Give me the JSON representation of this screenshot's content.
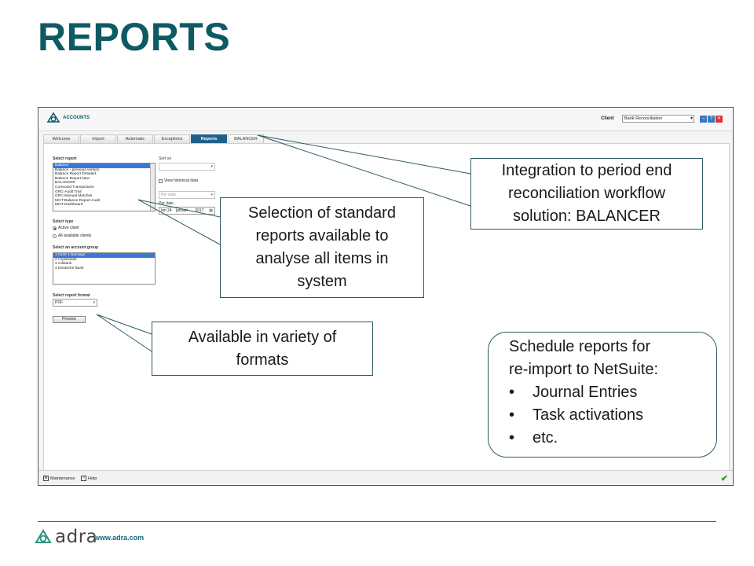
{
  "slide": {
    "title": "REPORTS"
  },
  "app": {
    "logo_text": "ACCOUNTS",
    "client_label": "Client",
    "client_value": "Bank Reconciliation",
    "tabs": [
      "Welcome",
      "Import",
      "Automatic",
      "Exceptions",
      "Reports",
      "BALANCER"
    ],
    "active_tab": "Reports",
    "select_report": {
      "label": "Select report",
      "items": [
        "Balance",
        "Balance - previous version",
        "Balance Report Detailed",
        "Balance Report New",
        "BALANCER",
        "Corrected Transactions",
        "GRC-Audit Trail",
        "GRC-Manual Matches",
        "MGT-Balance Report Audit",
        "MGT-Dashboard"
      ],
      "selected": "Balance"
    },
    "sort_on": {
      "label": "Sort on",
      "value": ""
    },
    "view_historical": {
      "label": "View historical data"
    },
    "per_date_dropdown": "Per date",
    "per_date": {
      "label": "Per date",
      "day": "lan 24",
      "month": "januari",
      "year": "2017"
    },
    "select_type": {
      "label": "Select type",
      "options": [
        "Active client",
        "All available clients"
      ],
      "selected": "Active client"
    },
    "account_group": {
      "label": "Select an account group",
      "items": [
        "1 0100 1 Barclays",
        "2 Clydesdale",
        "3 Citibank",
        "4 Deutsche Bank"
      ],
      "selected": "1 0100 1 Barclays"
    },
    "report_format": {
      "label": "Select report format",
      "value": "PDF"
    },
    "preview_label": "Preview",
    "footer": {
      "maintenance": "Maintenance",
      "help": "Help"
    }
  },
  "callouts": {
    "balancer": [
      "Integration to period end",
      "reconciliation workflow",
      "solution: BALANCER"
    ],
    "selection": [
      "Selection of standard",
      "reports available to",
      "analyse all items in",
      "system"
    ],
    "formats": [
      "Available in variety of",
      "formats"
    ],
    "schedule": {
      "lines": [
        "Schedule reports for",
        "re-import to NetSuite:"
      ],
      "bullets": [
        "Journal Entries",
        "Task activations",
        "etc."
      ]
    }
  },
  "brand": {
    "name": "adra",
    "url": "www.adra.com"
  },
  "colors": {
    "title": "#0e5a64",
    "active_tab": "#1f5f8b",
    "border": "#2f5a63"
  }
}
